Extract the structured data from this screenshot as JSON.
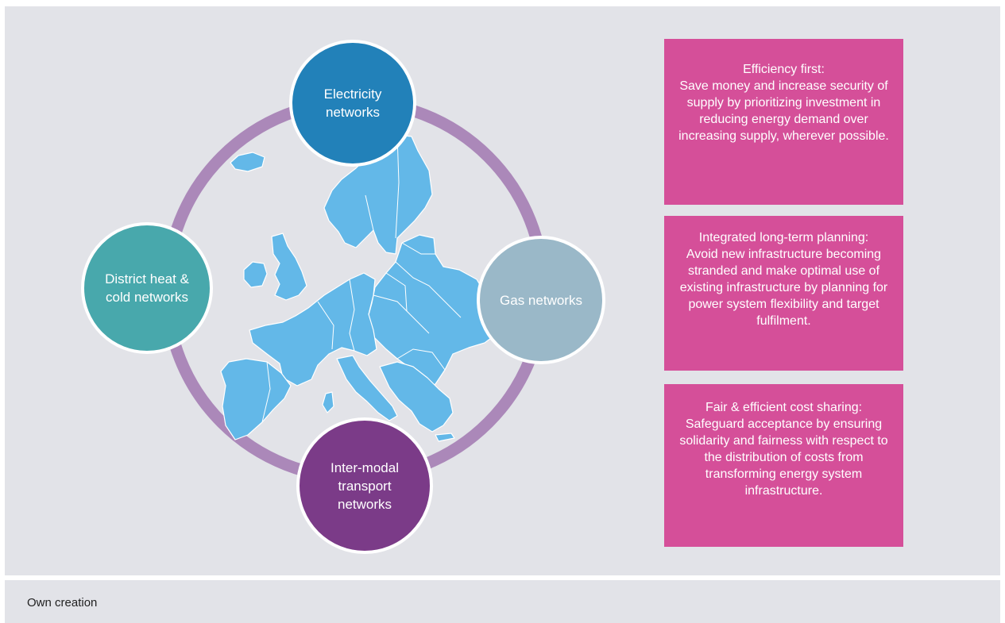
{
  "diagram": {
    "nodes": {
      "electricity": "Electricity networks",
      "gas": "Gas networks",
      "district": "District heat & cold networks",
      "transport": "Inter-modal transport networks"
    },
    "principles": [
      {
        "title": "Efficiency first:",
        "text": "Save money and increase security of supply by prioritizing investment in reducing energy demand over increasing supply, wherever possible."
      },
      {
        "title": "Integrated long-term planning:",
        "text": "Avoid new infrastructure becoming stranded and make optimal use of existing infrastructure by planning for power system flexibility and target fulfilment."
      },
      {
        "title": "Fair & efficient cost sharing:",
        "text": "Safeguard acceptance by ensuring solidarity and fairness with respect to the distribution of costs from transforming energy system infrastructure."
      }
    ],
    "colors": {
      "ring": "#ab88b9",
      "map": "#63b8e8",
      "electricity": "#2281b9",
      "gas": "#9ab8c8",
      "district": "#48a8ac",
      "transport": "#7b3b88",
      "principle_box": "#d54f99"
    }
  },
  "footer": {
    "source": "Own creation"
  }
}
